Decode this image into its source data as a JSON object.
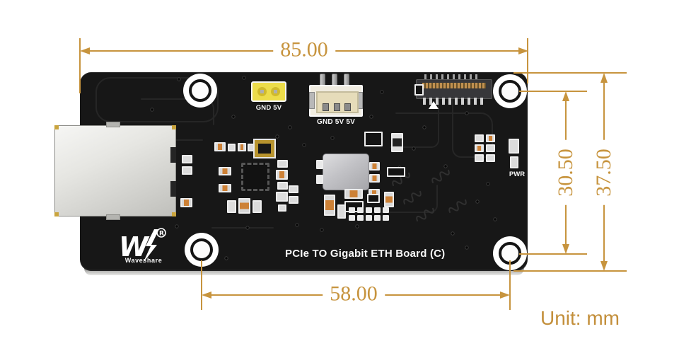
{
  "dimensions": {
    "total_width": "85.00",
    "hole_span_width": "58.00",
    "hole_span_height": "30.50",
    "total_height": "37.50"
  },
  "unit_label": "Unit: mm",
  "board": {
    "title": "PCIe TO Gigabit ETH Board (C)",
    "labels": {
      "power_pads": "GND 5V",
      "power_connector": "GND 5V 5V",
      "power_led": "PWR"
    },
    "logo": {
      "brand": "Waveshare",
      "registered": "®"
    }
  },
  "colors": {
    "dimension_accent": "#C7943E",
    "board_black": "#171717",
    "silkscreen_white": "#F7F7F7",
    "connector_yellow": "#ECDC4A"
  }
}
